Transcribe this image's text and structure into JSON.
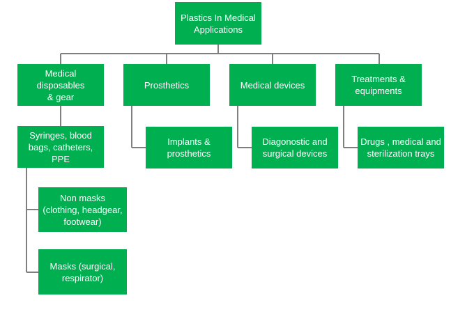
{
  "colors": {
    "node_fill": "#00b050",
    "node_text": "#ffffff",
    "connector": "#7f7f7f"
  },
  "diagram": {
    "root": "Plastics In Medical\nApplications",
    "categories": [
      {
        "label": "Medical disposables\n& gear",
        "children": [
          {
            "label": "Syringes, blood\nbags, catheters,\nPPE",
            "children": [
              {
                "label": "Non masks\n(clothing, headgear,\nfootwear)"
              },
              {
                "label": "Masks (surgical,\nrespirator)"
              }
            ]
          }
        ]
      },
      {
        "label": "Prosthetics",
        "children": [
          {
            "label": "Implants &\nprosthetics"
          }
        ]
      },
      {
        "label": "Medical devices",
        "children": [
          {
            "label": "Diagonostic and\nsurgical devices"
          }
        ]
      },
      {
        "label": "Treatments &\nequipments",
        "children": [
          {
            "label": "Drugs , medical and\nsterilization trays"
          }
        ]
      }
    ]
  }
}
